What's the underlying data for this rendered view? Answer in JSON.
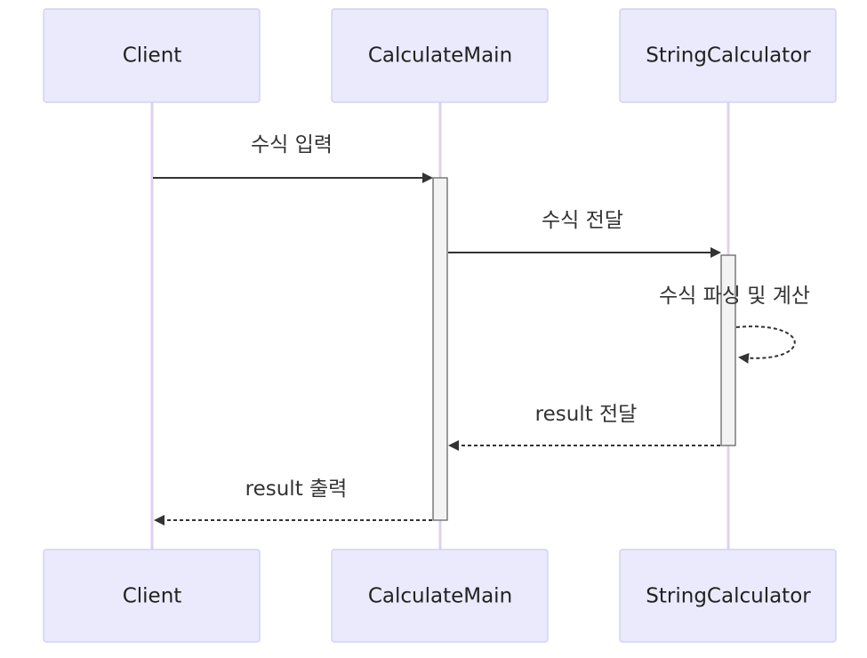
{
  "diagram": {
    "type": "sequence",
    "participants": [
      {
        "id": "client",
        "label": "Client"
      },
      {
        "id": "main",
        "label": "CalculateMain"
      },
      {
        "id": "calc",
        "label": "StringCalculator"
      }
    ],
    "messages": [
      {
        "from": "client",
        "to": "main",
        "label": "수식 입력",
        "style": "solid"
      },
      {
        "from": "main",
        "to": "calc",
        "label": "수식 전달",
        "style": "solid"
      },
      {
        "from": "calc",
        "to": "calc",
        "label": "수식 파싱 및 계산",
        "style": "dotted"
      },
      {
        "from": "calc",
        "to": "main",
        "label": "result 전달",
        "style": "dotted"
      },
      {
        "from": "main",
        "to": "client",
        "label": "result 출력",
        "style": "dotted"
      }
    ],
    "colors": {
      "actor_fill": "#eaeafc",
      "actor_border": "#ccccee",
      "lifeline": "#ddd3ee",
      "activation_fill": "#f3f3f3",
      "line": "#333333"
    }
  }
}
